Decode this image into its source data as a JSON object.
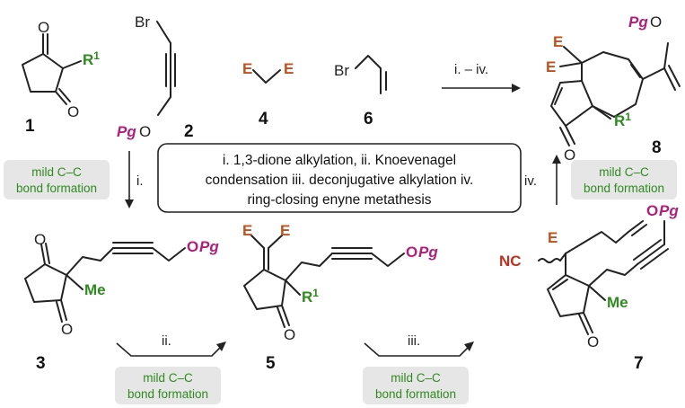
{
  "compounds": {
    "c1": {
      "label": "1",
      "r_group": "R",
      "r_sup": "1",
      "oxygen": "O"
    },
    "c2": {
      "label": "2",
      "halide": "Br",
      "pg": "Pg",
      "oxygen": "O"
    },
    "c4": {
      "label": "4",
      "e": "E"
    },
    "c6": {
      "label": "6",
      "halide": "Br"
    },
    "c8": {
      "label": "8",
      "e": "E",
      "pg": "Pg",
      "oxygen": "O",
      "r_group": "R",
      "r_sup": "1"
    },
    "c3": {
      "label": "3",
      "methyl": "Me",
      "oxygen": "O",
      "pg": "Pg"
    },
    "c5": {
      "label": "5",
      "e": "E",
      "r_group": "R",
      "r_sup": "1",
      "oxygen": "O",
      "pg": "Pg"
    },
    "c7": {
      "label": "7",
      "e": "E",
      "nitrile": "NC",
      "methyl": "Me",
      "oxygen": "O",
      "pg": "Pg"
    }
  },
  "steps": {
    "top": "i. – iv.",
    "down_left": "i.",
    "up_right": "iv.",
    "bottom_left": "ii.",
    "bottom_right": "iii."
  },
  "badges": {
    "left": [
      "mild C–C",
      "bond formation"
    ],
    "right": [
      "mild C–C",
      "bond formation"
    ],
    "bottom_left": [
      "mild C–C",
      "bond formation"
    ],
    "bottom_right": [
      "mild C–C",
      "bond formation"
    ]
  },
  "legend_box": [
    "i. 1,3-dione alkylation, ii. Knoevenagel",
    "condensation iii. deconjugative alkylation iv.",
    "ring-closing enyne metathesis"
  ],
  "colors": {
    "ester_E": "#c0501f",
    "r_group": "#2f8a1f",
    "protecting_group": "#b0207a",
    "badge_bg": "#e6e6e6"
  }
}
